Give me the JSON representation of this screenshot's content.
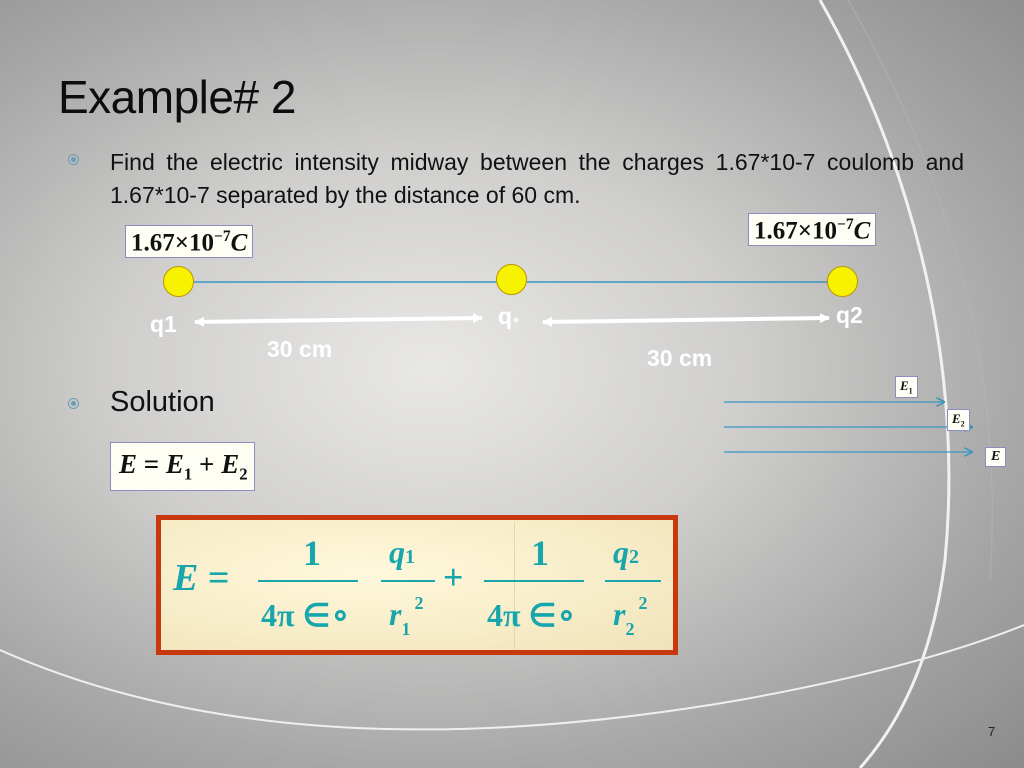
{
  "slide": {
    "title": "Example# 2",
    "problem": "Find the electric intensity midway between the charges 1.67*10-7 coulomb and 1.67*10-7 separated by the distance of 60 cm.",
    "solution_label": "Solution",
    "page_number": "7"
  },
  "diagram": {
    "charge_left": {
      "coef": "1.67×10",
      "exp": "−7",
      "unit": "C"
    },
    "charge_right": {
      "coef": "1.67×10",
      "exp": "−7",
      "unit": "C"
    },
    "label_q1": "q1",
    "label_q0": "q",
    "label_q0_sub": "∘",
    "label_q2": "q2",
    "distance_left": "30 cm",
    "distance_right": "30 cm",
    "field_labels": [
      {
        "base": "E",
        "sub": "1"
      },
      {
        "base": "E",
        "sub": "2"
      },
      {
        "base": "E",
        "sub": ""
      }
    ]
  },
  "equation_sum": {
    "lhs": "E",
    "eq": "=",
    "t1": "E",
    "t1_sub": "1",
    "plus": "+",
    "t2": "E",
    "t2_sub": "2"
  },
  "equation_main": {
    "lhs": "E",
    "eq": "=",
    "plus": "+",
    "num1": "1",
    "den1": "4π ∈∘",
    "q1": "q",
    "q1_sub": "1",
    "r1": "r",
    "r1_sub": "1",
    "r1_exp": "2",
    "num2": "1",
    "den2": "4π ∈∘",
    "q2": "q",
    "q2_sub": "2",
    "r2": "r",
    "r2_sub": "2",
    "r2_exp": "2"
  },
  "colors": {
    "formula": "#16a6ac",
    "formula_border": "#c8380e",
    "bullet": "#6a9fba",
    "arrows": "#3a96be",
    "charge": "#f6f200"
  }
}
